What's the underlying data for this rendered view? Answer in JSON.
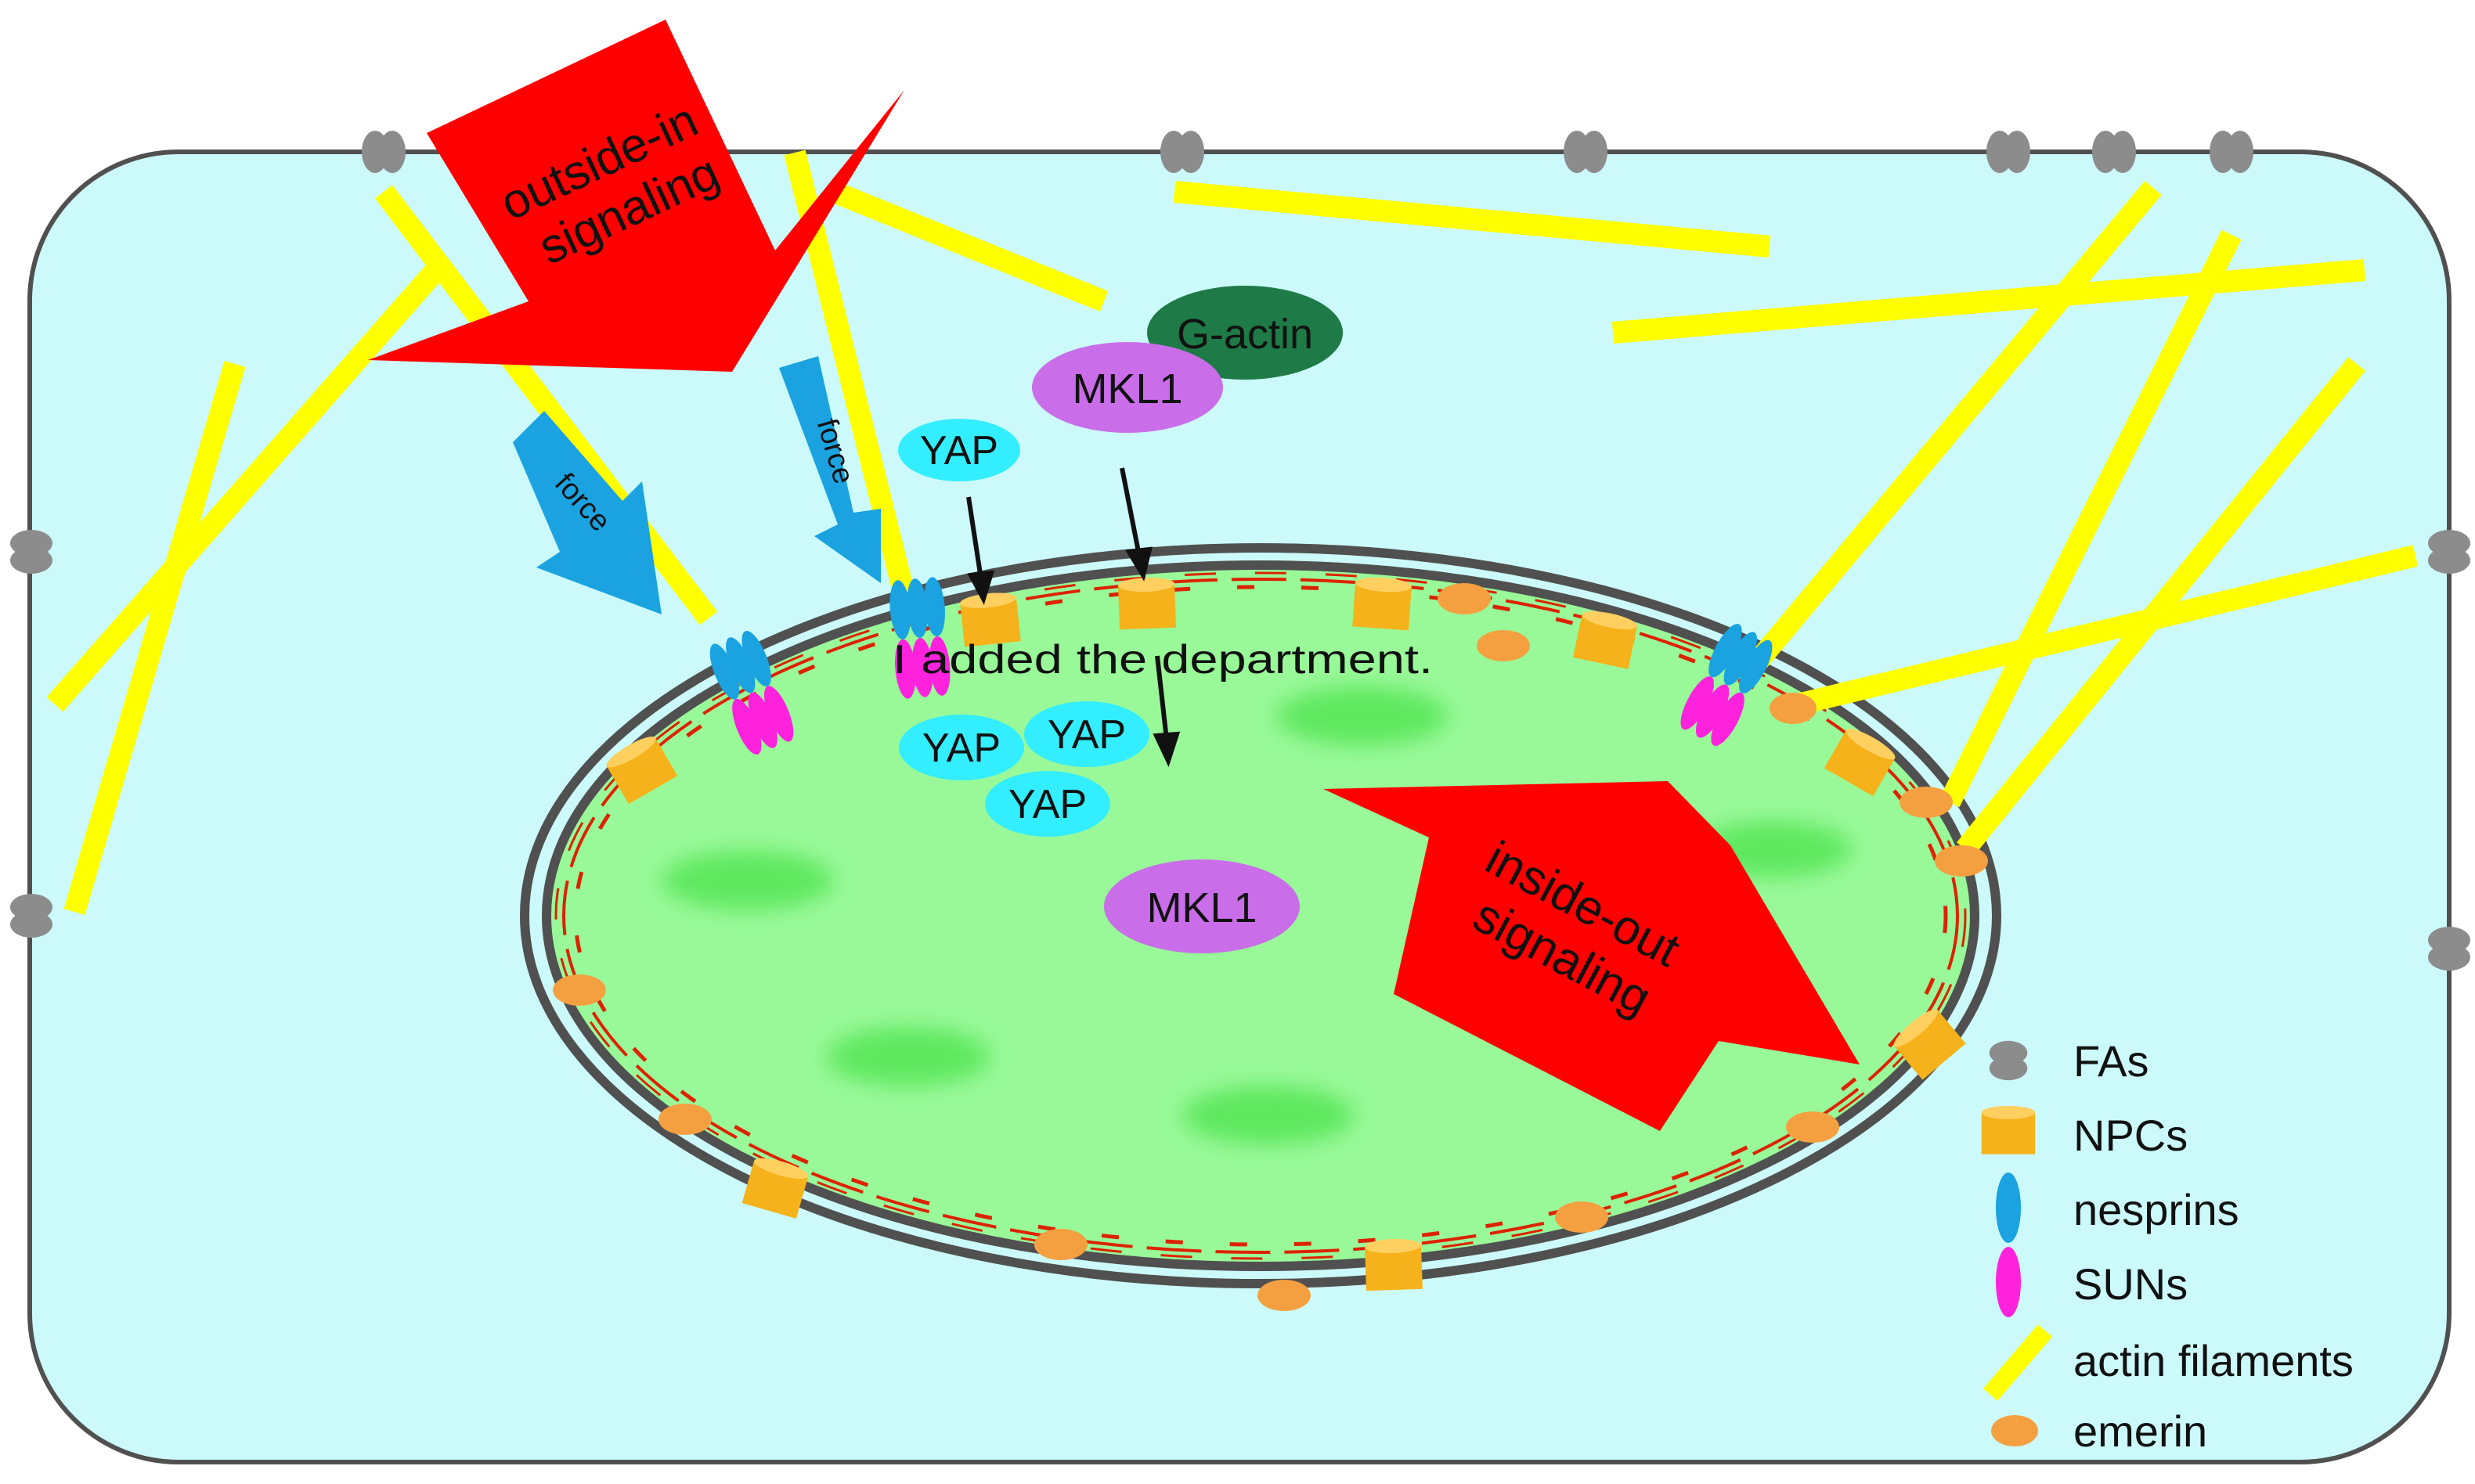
{
  "labels": {
    "outside_in": [
      "outside-in",
      "signaling"
    ],
    "inside_out": [
      "inside-out",
      "signaling"
    ],
    "force": "force",
    "g_actin": "G-actin",
    "mkl1": "MKL1",
    "yap": "YAP",
    "overlay_note": "I added the department."
  },
  "legend": [
    {
      "key": "fa",
      "label": "FAs"
    },
    {
      "key": "npc",
      "label": "NPCs"
    },
    {
      "key": "nesprin",
      "label": "nesprins"
    },
    {
      "key": "sun",
      "label": "SUNs"
    },
    {
      "key": "actin",
      "label": "actin filaments"
    },
    {
      "key": "emerin",
      "label": "emerin"
    }
  ],
  "colors": {
    "cytoplasm": "#ccfafa",
    "nucleus": "#99f999",
    "chromatin": "#5ee85e",
    "membrane": "#505050",
    "lamina": "#dd2200",
    "actin": "#ffff00",
    "signal_arrow": "#ff0000",
    "force_arrow": "#1aa3e0",
    "nesprin": "#1aa3e0",
    "sun": "#ff22dd",
    "npc": "#f5b21a",
    "emerin": "#f5a040",
    "fa": "#8c8c8c",
    "yap": "#33eeff",
    "mkl1": "#c96ee8",
    "g_actin": "#1e7a46"
  }
}
